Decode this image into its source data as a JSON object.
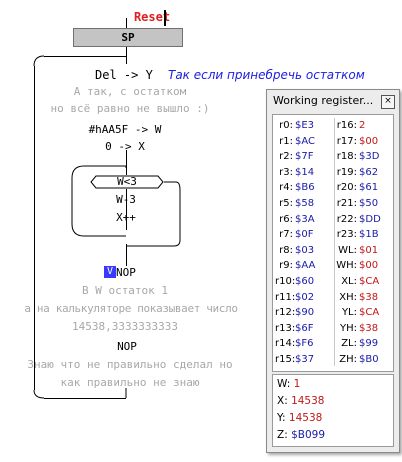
{
  "flowchart": {
    "reset_label": "Reset",
    "block_sp": "SP",
    "cmd_del": "Del -> Y",
    "note_ignore": "Так если принебречь остатком",
    "comment1_line1": "А так, с остатком",
    "comment1_line2": "но всё равно не вышло :)",
    "cmd_load": "#hAA5F -> W",
    "cmd_zero": "0 -> X",
    "loop_cond": "W<3",
    "loop_sub": "W-3",
    "loop_inc": "X++",
    "nop1": "NOP",
    "flag_mark": "V",
    "comment2_line1": "В W остаток 1",
    "comment2_line2": "а на калькуляторе показывает число",
    "comment2_line3": "14538,3333333333",
    "nop2": "NOP",
    "comment3_line1": "Знаю что не правильно сделал но",
    "comment3_line2": "как правильно не знаю"
  },
  "register_window": {
    "title": "Working register...",
    "close_label": "×",
    "left_column": [
      {
        "name": "r0:",
        "value": "$E3",
        "color": "blue"
      },
      {
        "name": "r1:",
        "value": "$AC",
        "color": "blue"
      },
      {
        "name": "r2:",
        "value": "$7F",
        "color": "blue"
      },
      {
        "name": "r3:",
        "value": "$14",
        "color": "blue"
      },
      {
        "name": "r4:",
        "value": "$B6",
        "color": "blue"
      },
      {
        "name": "r5:",
        "value": "$58",
        "color": "blue"
      },
      {
        "name": "r6:",
        "value": "$3A",
        "color": "blue"
      },
      {
        "name": "r7:",
        "value": "$0F",
        "color": "blue"
      },
      {
        "name": "r8:",
        "value": "$03",
        "color": "blue"
      },
      {
        "name": "r9:",
        "value": "$AA",
        "color": "blue"
      },
      {
        "name": "r10:",
        "value": "$60",
        "color": "blue"
      },
      {
        "name": "r11:",
        "value": "$02",
        "color": "blue"
      },
      {
        "name": "r12:",
        "value": "$90",
        "color": "blue"
      },
      {
        "name": "r13:",
        "value": "$6F",
        "color": "blue"
      },
      {
        "name": "r14:",
        "value": "$F6",
        "color": "blue"
      },
      {
        "name": "r15:",
        "value": "$37",
        "color": "blue"
      }
    ],
    "right_column": [
      {
        "name": "r16:",
        "value": "2",
        "color": "red"
      },
      {
        "name": "r17:",
        "value": "$00",
        "color": "red"
      },
      {
        "name": "r18:",
        "value": "$3D",
        "color": "blue"
      },
      {
        "name": "r19:",
        "value": "$62",
        "color": "blue"
      },
      {
        "name": "r20:",
        "value": "$61",
        "color": "blue"
      },
      {
        "name": "r21:",
        "value": "$50",
        "color": "blue"
      },
      {
        "name": "r22:",
        "value": "$DD",
        "color": "blue"
      },
      {
        "name": "r23:",
        "value": "$1B",
        "color": "blue"
      },
      {
        "name": "WL:",
        "value": "$01",
        "color": "red"
      },
      {
        "name": "WH:",
        "value": "$00",
        "color": "red"
      },
      {
        "name": "XL:",
        "value": "$CA",
        "color": "red"
      },
      {
        "name": "XH:",
        "value": "$38",
        "color": "red"
      },
      {
        "name": "YL:",
        "value": "$CA",
        "color": "red"
      },
      {
        "name": "YH:",
        "value": "$38",
        "color": "red"
      },
      {
        "name": "ZL:",
        "value": "$99",
        "color": "blue"
      },
      {
        "name": "ZH:",
        "value": "$B0",
        "color": "blue"
      }
    ],
    "summary": [
      {
        "name": "W:",
        "value": "1",
        "color": "red"
      },
      {
        "name": "X:",
        "value": "14538",
        "color": "red"
      },
      {
        "name": "Y:",
        "value": "14538",
        "color": "red"
      },
      {
        "name": "Z:",
        "value": "$B099",
        "color": "blue"
      }
    ],
    "colors": {
      "blue": "#1a1aa8",
      "red": "#c01818"
    }
  }
}
